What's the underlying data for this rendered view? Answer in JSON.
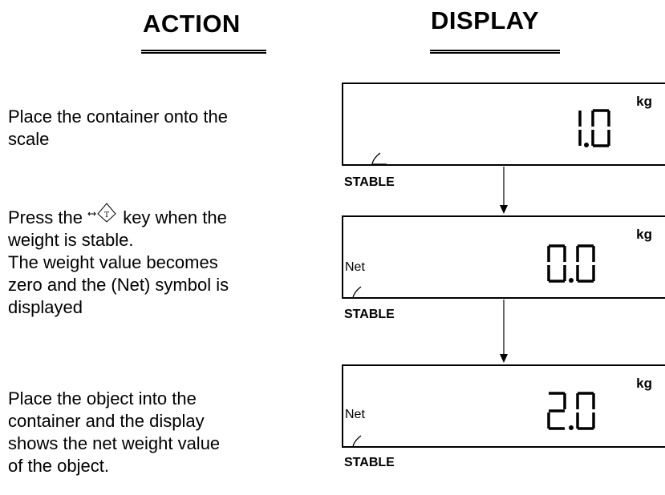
{
  "headings": {
    "action": "ACTION",
    "display": "DISPLAY"
  },
  "steps": [
    {
      "line1": "Place the container onto the",
      "line2": "scale"
    },
    {
      "pre": "Press the",
      "post": "key when the",
      "key_icon": "tare-key-icon",
      "line2": "weight is stable.",
      "line3": "The weight value becomes",
      "line4": "zero and the (Net) symbol is",
      "line5": "displayed"
    },
    {
      "line1": "Place the object into the",
      "line2": "container and the display",
      "line3": "shows the net weight value",
      "line4": "of the object."
    }
  ],
  "displays": [
    {
      "digits": [
        "1",
        "0"
      ],
      "unit": "kg",
      "net": "",
      "status": "STABLE",
      "icon": "stable-icon"
    },
    {
      "digits": [
        "0",
        "0"
      ],
      "unit": "kg",
      "net": "Net",
      "status": "STABLE",
      "icon": "stable-icon"
    },
    {
      "digits": [
        "2",
        "0"
      ],
      "unit": "kg",
      "net": "Net",
      "status": "STABLE",
      "icon": "stable-icon"
    }
  ]
}
